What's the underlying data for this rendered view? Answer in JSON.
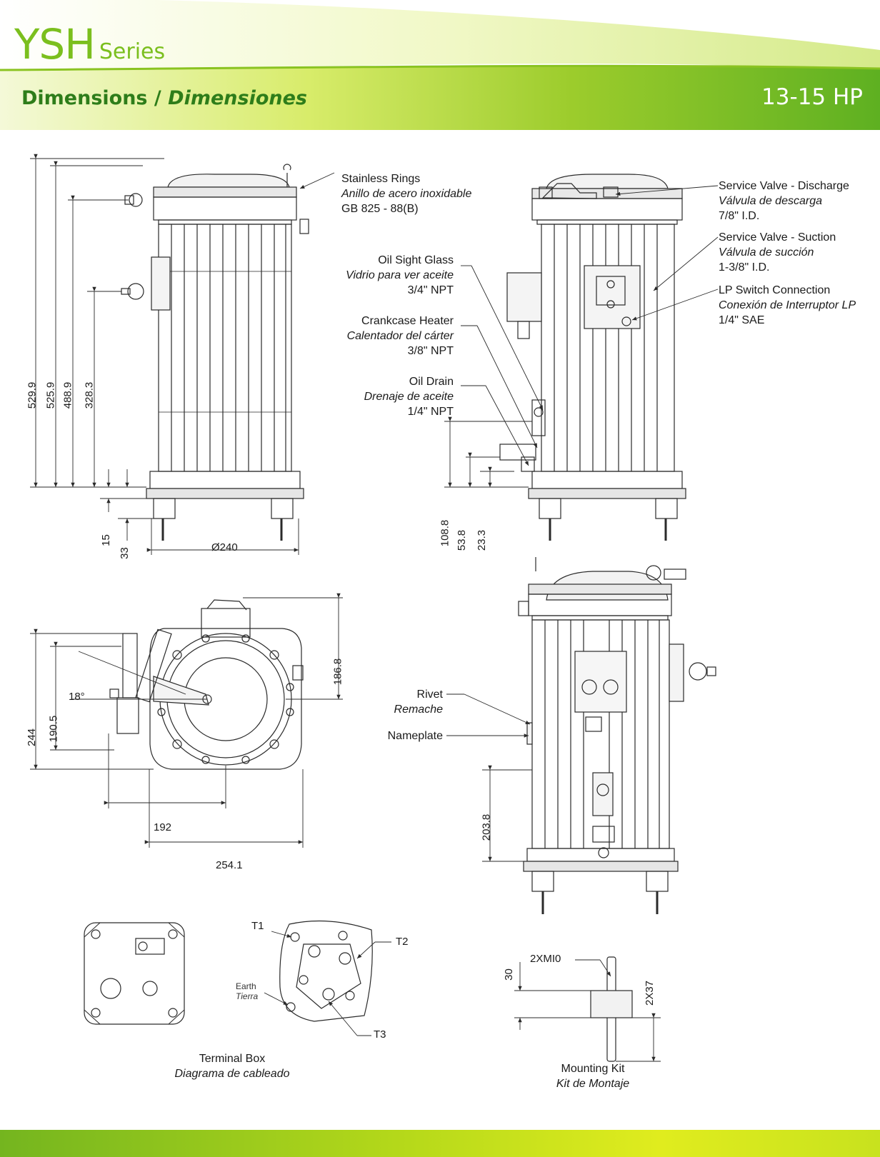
{
  "header": {
    "series_main": "YSH",
    "series_sub": "Series",
    "section_title": "Dimensions /",
    "section_title_es": "Dimensiones",
    "power_range": "13-15 HP"
  },
  "callouts": {
    "stainless_rings": {
      "en": "Stainless Rings",
      "es": "Anillo de acero inoxidable",
      "spec": "GB 825 - 88(B)"
    },
    "oil_sight_glass": {
      "en": "Oil Sight Glass",
      "es": "Vidrio para ver aceite",
      "spec": "3/4\" NPT"
    },
    "crankcase_heater": {
      "en": "Crankcase Heater",
      "es": "Calentador del cárter",
      "spec": "3/8\" NPT"
    },
    "oil_drain": {
      "en": "Oil Drain",
      "es": "Drenaje de aceite",
      "spec": "1/4\" NPT"
    },
    "discharge_valve": {
      "en": "Service Valve - Discharge",
      "es": "Válvula de descarga",
      "spec": "7/8\" I.D."
    },
    "suction_valve": {
      "en": "Service Valve - Suction",
      "es": "Válvula de succión",
      "spec": "1-3/8\" I.D."
    },
    "lp_switch": {
      "en": "LP Switch Connection",
      "es": "Conexión de Interruptor LP",
      "spec": "1/4\" SAE"
    },
    "rivet": {
      "en": "Rivet",
      "es": "Remache"
    },
    "nameplate": {
      "en": "Nameplate"
    },
    "terminal_box": {
      "en": "Terminal Box",
      "es": "Diagrama de cableado"
    },
    "mounting_kit": {
      "en": "Mounting Kit",
      "es": "Kit de Montaje",
      "part": "2XMI0"
    }
  },
  "terminals": {
    "t1": "T1",
    "t2": "T2",
    "t3": "T3",
    "earth_en": "Earth",
    "earth_es": "Tierra"
  },
  "dimensions": {
    "h_529_9": "529.9",
    "h_525_9": "525.9",
    "h_488_9": "488.9",
    "h_328_3": "328.3",
    "h_15": "15",
    "h_33": "33",
    "diameter": "Ø240",
    "h_108_8": "108.8",
    "h_53_8": "53.8",
    "h_23_3": "23.3",
    "v_244": "244",
    "v_190_5": "190.5",
    "v_186_8": "186.8",
    "angle": "18°",
    "w_192": "192",
    "w_254_1": "254.1",
    "h_203_8": "203.8",
    "mk_30": "30",
    "mk_2x37": "2X37"
  },
  "colors": {
    "green_dark": "#2e7d1a",
    "green_light": "#7bbf1e",
    "lime": "#c8e21e"
  }
}
